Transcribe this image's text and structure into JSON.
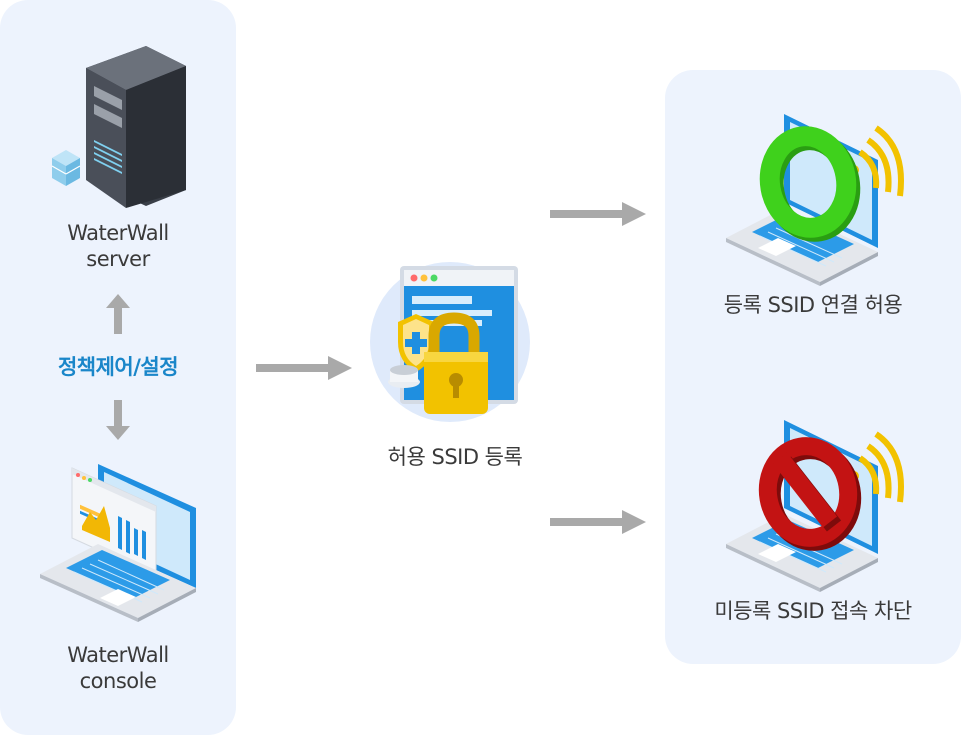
{
  "server": {
    "name_line1": "WaterWall",
    "name_line2": "server"
  },
  "control": {
    "label": "정책제어/설정"
  },
  "console": {
    "name_line1": "WaterWall",
    "name_line2": "console"
  },
  "register": {
    "label": "허용 SSID 등록"
  },
  "allowed": {
    "label": "등록 SSID 연결 허용"
  },
  "blocked": {
    "label": "미등록 SSID 접속 차단"
  },
  "colors": {
    "panel_bg": "#edf3fd",
    "arrow": "#a9a9a9",
    "accent": "#1a86c9",
    "allow_green": "#3fd11c",
    "block_red": "#c31313"
  }
}
